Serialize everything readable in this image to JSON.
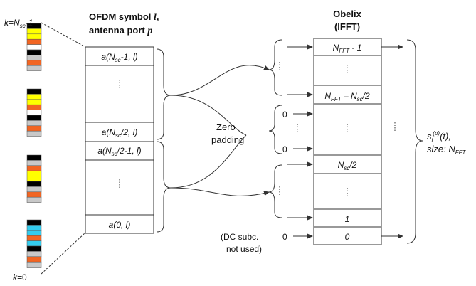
{
  "left_strip": {
    "top_label": {
      "prefix": "k=N",
      "sub": "sc",
      "suffix": "-1"
    },
    "bottom_label": {
      "prefix": "k=",
      "value": "0"
    },
    "colors": {
      "black": "#000000",
      "yellow": "#ffff00",
      "orange": "#f26522",
      "gray": "#c8c8c8",
      "white": "#ffffff",
      "cyan": "#33ccee"
    },
    "groups": [
      [
        "black",
        "yellow",
        "yellow",
        "orange",
        "white",
        "black",
        "gray",
        "orange",
        "gray"
      ],
      [
        "black",
        "yellow",
        "yellow",
        "orange",
        "white",
        "black",
        "gray",
        "orange",
        "gray"
      ],
      [
        "black",
        "gray",
        "orange",
        "yellow",
        "yellow",
        "black",
        "gray",
        "orange",
        "gray"
      ],
      [
        "black",
        "cyan",
        "cyan",
        "orange",
        "cyan",
        "black",
        "gray",
        "orange",
        "gray"
      ]
    ]
  },
  "ofdm": {
    "title_line1": "OFDM symbol ",
    "title_l": "l",
    "title_comma": ",",
    "title_line2": "antenna port ",
    "title_p": "p",
    "cells": {
      "top": {
        "a": "a(N",
        "sub": "sc",
        "rest": "-1, l)"
      },
      "upper_mid": {
        "a": "a(N",
        "sub": "sc",
        "rest": "/2, l)"
      },
      "lower_mid": {
        "a": "a(N",
        "sub": "sc",
        "rest": "/2-1, l)"
      },
      "bottom": {
        "text": "a(0, l)"
      }
    }
  },
  "zero_padding": {
    "line1": "Zero",
    "line2": "padding"
  },
  "dc_note": {
    "line1": "(DC subc.",
    "line2": "not used)"
  },
  "ifft": {
    "title_line1": "Obelix",
    "title_line2": "(IFFT)",
    "zero_inputs": [
      "0",
      "0",
      "0"
    ],
    "cells": {
      "top": {
        "main": "N",
        "sub": "FFT",
        "rest": " - 1"
      },
      "upper_mid": {
        "main": "N",
        "sub": "FFT",
        "mid": " – N",
        "sub2": "sc",
        "rest": "/2"
      },
      "middle": {
        "main": "N",
        "sub": "sc",
        "rest": "/2"
      },
      "one": "1",
      "zero": "0"
    }
  },
  "output": {
    "s": "s",
    "sub": "l",
    "sup": "(p)",
    "t": "(t),",
    "size_label": "size: N",
    "size_sub": "FFT"
  }
}
